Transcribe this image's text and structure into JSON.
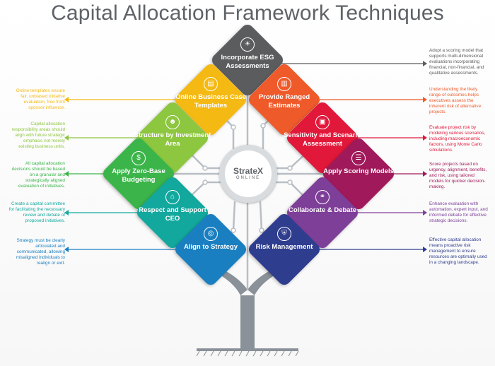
{
  "title": "Capital Allocation Framework Techniques",
  "center": {
    "brand": "StrateX",
    "sub": "ONLINE"
  },
  "techniques": [
    {
      "key": "esg",
      "label": "Incorporate ESG Assessments",
      "color": "#5b5c5e",
      "icon": "lightbulb-icon",
      "glyph": "☀"
    },
    {
      "key": "templates",
      "label": "Online Business Case Templates",
      "color": "#f5b914",
      "icon": "document-icon",
      "glyph": "▤"
    },
    {
      "key": "estimates",
      "label": "Provide Ranged Estimates",
      "color": "#ef5a2a",
      "icon": "bar-chart-icon",
      "glyph": "▥"
    },
    {
      "key": "structure",
      "label": "Structure by Investment Area",
      "color": "#8dc63f",
      "icon": "people-icon",
      "glyph": "☻"
    },
    {
      "key": "sensitivity",
      "label": "Sensitivity and Scenario Assessment",
      "color": "#e2183b",
      "icon": "briefcase-icon",
      "glyph": "▣"
    },
    {
      "key": "zerobase",
      "label": "Apply Zero-Base Budgeting",
      "color": "#3bb54a",
      "icon": "money-bag-icon",
      "glyph": "$"
    },
    {
      "key": "scoring",
      "label": "Apply Scoring Models",
      "color": "#a0195a",
      "icon": "checklist-icon",
      "glyph": "☰"
    },
    {
      "key": "respect",
      "label": "Respect and Support CEO",
      "color": "#13a89e",
      "icon": "building-icon",
      "glyph": "⌂"
    },
    {
      "key": "collaborate",
      "label": "Collaborate & Debate",
      "color": "#7e3f98",
      "icon": "network-icon",
      "glyph": "⚭"
    },
    {
      "key": "align",
      "label": "Align to Strategy",
      "color": "#1a7fc1",
      "icon": "target-icon",
      "glyph": "◎"
    },
    {
      "key": "risk",
      "label": "Risk Management",
      "color": "#2f3d8f",
      "icon": "shield-icon",
      "glyph": "⛨"
    }
  ],
  "left_notes": [
    {
      "text": "Online templates ensure fair, unbiased initiative evaluation, free from sponsor influence.",
      "color": "#f5b914"
    },
    {
      "text": "Capital allocation responsibility areas should align with future strategic emphasis not merely existing business units.",
      "color": "#8dc63f"
    },
    {
      "text": "All capital allocation decisions should be based on a granular and strategically aligned evaluation of initiatives.",
      "color": "#3bb54a"
    },
    {
      "text": "Create a capital committee for facilitating the necessary review and debate of proposed initiatives.",
      "color": "#13a89e"
    },
    {
      "text": "Strategy must be clearly articulated and communicated, allowing misaligned individuals to realign or exit.",
      "color": "#1a7fc1"
    }
  ],
  "right_notes": [
    {
      "text": "Adopt a scoring model that supports multi-dimensional evaluations incorporating financial, non-financial, and qualitative assessments.",
      "color": "#5b5c5e"
    },
    {
      "text": "Understanding the likely range of outcomes helps executives assess the inherent risk of alternative projects.",
      "color": "#ef5a2a"
    },
    {
      "text": "Evaluate project risk by modeling various scenarios, including macroeconomic factors, using Monte Carlo simulations.",
      "color": "#e2183b"
    },
    {
      "text": "Score projects based on urgency, alignment, benefits, and risk, using tailored models for quicker decision-making.",
      "color": "#a0195a"
    },
    {
      "text": "Enhance evaluation with automation, expert input, and informed debate for effective strategic decisions.",
      "color": "#7e3f98"
    },
    {
      "text": "Effective capital allocation means proactive risk management to ensure resources are optimally used in a changing landscape.",
      "color": "#2f3d8f"
    }
  ]
}
